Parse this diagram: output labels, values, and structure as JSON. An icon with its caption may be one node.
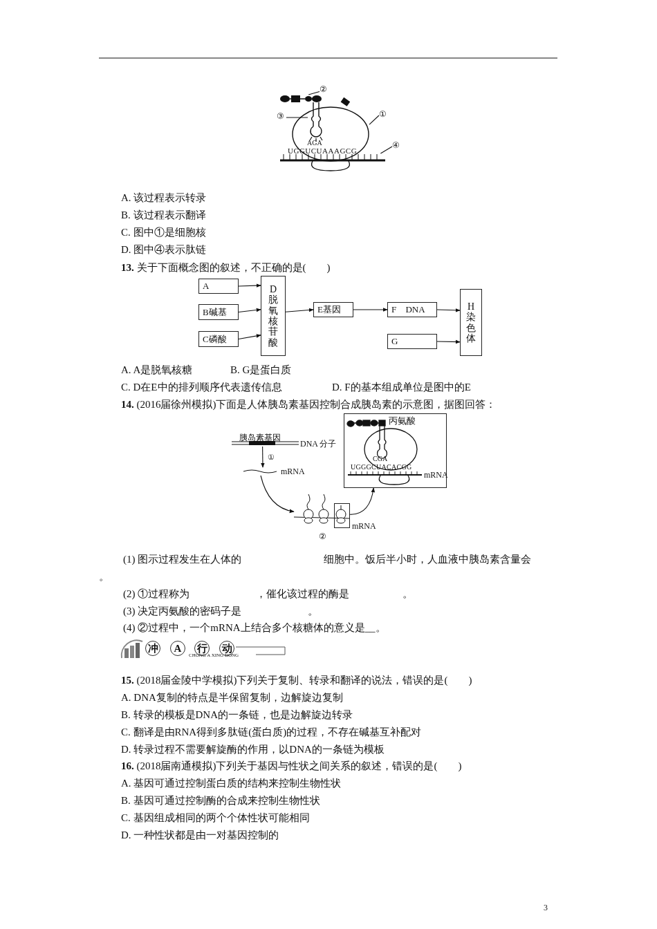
{
  "diagram": {
    "nodes": [
      {
        "text": [
          "②"
        ]
      },
      {
        "text": [
          "③"
        ]
      },
      {
        "text": [
          "①"
        ]
      },
      {
        "text": [
          "④"
        ]
      },
      {
        "text": [
          "A"
        ]
      },
      {
        "text": [
          "B碱基"
        ]
      },
      {
        "text": [
          "C磷酸"
        ]
      },
      {
        "text": [
          "D脱氧核苷酸"
        ]
      },
      {
        "text": [
          "E基因"
        ]
      },
      {
        "text": [
          "F DNA"
        ]
      },
      {
        "text": [
          "G"
        ]
      },
      {
        "text": [
          "H染色体"
        ]
      },
      {
        "text": [],
        "shape": "picture",
        "beside": [
          "胰岛素基因",
          "DNA 分子"
        ]
      },
      {
        "text": [],
        "shape": "picture",
        "beside": [
          "mRNA"
        ]
      },
      {
        "text": [],
        "shape": "picture",
        "beside": [
          "mRNA",
          "②"
        ]
      },
      {
        "text": [],
        "shape": "box"
      },
      {
        "text": [
          "丙氨酸",
          "CGA",
          "UGGGCUACACGG",
          "mRNA"
        ]
      },
      {
        "text": [],
        "shape": "picture"
      },
      {
        "text": [],
        "shape": "picture"
      },
      {
        "text": [],
        "shape": "picture"
      },
      {
        "text": [],
        "shape": "picture"
      }
    ],
    "edges": [
      {
        "from": 4,
        "to": 7,
        "arrow": "to"
      },
      {
        "from": 5,
        "to": 7,
        "arrow": "to"
      },
      {
        "from": 6,
        "to": 7,
        "arrow": "to"
      },
      {
        "from": 7,
        "to": 8,
        "arrow": "to"
      },
      {
        "from": 8,
        "to": 9,
        "arrow": "to"
      },
      {
        "from": 9,
        "to": 11,
        "arrow": "to"
      },
      {
        "from": 10,
        "to": 11,
        "arrow": "to"
      },
      {
        "from": 12,
        "to": 13,
        "arrow": "to",
        "label": "①"
      },
      {
        "from": 13,
        "to": 14,
        "arrow": "to"
      },
      {
        "from": 15,
        "to": 16,
        "arrow": "to"
      },
      {
        "from": 0,
        "to": 17,
        "arrow": "none"
      },
      {
        "from": 1,
        "to": 18,
        "arrow": "none"
      },
      {
        "from": 2,
        "to": 19,
        "arrow": "none"
      },
      {
        "from": 3,
        "to": 20,
        "arrow": "none"
      }
    ],
    "labels": [
      "AGA",
      "UGGUCUAAAGCG",
      "A. 该过程表示转录",
      "B. 该过程表示翻译",
      "C. 图中①是细胞核",
      "D. 图中④表示肽链",
      "**13.** 关于下面概念图的叙述，不正确的是(　　)",
      "A. A是脱氧核糖",
      "B. G是蛋白质",
      "C. D在E中的排列顺序代表遗传信息",
      "D. F的基本组成单位是图中的E",
      "**14.** (2016届徐州模拟)下面是人体胰岛素基因控制合成胰岛素的示意图，据图回答：",
      "(1) 图示过程发生在人体的",
      "细胞中。饭后半小时，人血液中胰岛素含量会",
      "。",
      "(2) ①过程称为",
      "，催化该过程的酶是",
      "。",
      "(3) 决定丙氨酸的密码子是",
      "。",
      "(4) ②过程中，一个mRNA上结合多个核糖体的意义是__。",
      "冲",
      "A",
      "行",
      "动",
      "CHONG A XING DONG",
      "**15.** (2018届金陵中学模拟)下列关于复制、转录和翻译的说法，错误的是(　　)",
      "A. DNA复制的特点是半保留复制，边解旋边复制",
      "B. 转录的模板是DNA的一条链，也是边解旋边转录",
      "C. 翻译是由RNA得到多肽链(蛋白质)的过程，不存在碱基互补配对",
      "D. 转录过程不需要解旋酶的作用，以DNA的一条链为模板",
      "**16.** (2018届南通模拟)下列关于基因与性状之间关系的叙述，错误的是(　　)",
      "A. 基因可通过控制蛋白质的结构来控制生物性状",
      "B. 基因可通过控制酶的合成来控制生物性状",
      "C. 基因组成相同的两个个体性状可能相同",
      "D. 一种性状都是由一对基因控制的",
      "3"
    ]
  }
}
